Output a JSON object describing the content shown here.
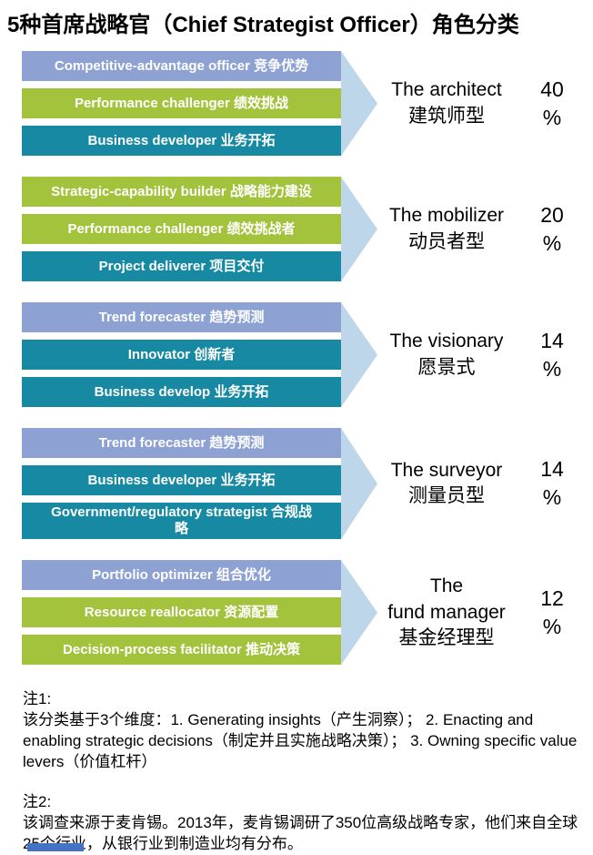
{
  "title": "5种首席战略官（Chief Strategist Officer）角色分类",
  "colors": {
    "periwinkle": "#8da1d3",
    "green": "#a4c33c",
    "teal": "#1789a3",
    "arrow": "#bdd6ea",
    "bar_text": "#ffffff",
    "bottom_accent": "#4472c4"
  },
  "groups": [
    {
      "bars": [
        {
          "label": "Competitive-advantage officer 竞争优势",
          "color": "periwinkle"
        },
        {
          "label": "Performance challenger 绩效挑战",
          "color": "green"
        },
        {
          "label": "Business developer 业务开拓",
          "color": "teal"
        }
      ],
      "role_en": "The architect",
      "role_zh": "建筑师型",
      "percent": "40",
      "percent_sign": "%"
    },
    {
      "bars": [
        {
          "label": "Strategic-capability builder 战略能力建设",
          "color": "green"
        },
        {
          "label": "Performance challenger 绩效挑战者",
          "color": "green"
        },
        {
          "label": "Project deliverer 项目交付",
          "color": "teal"
        }
      ],
      "role_en": "The mobilizer",
      "role_zh": "动员者型",
      "percent": "20",
      "percent_sign": "%"
    },
    {
      "bars": [
        {
          "label": "Trend forecaster 趋势预测",
          "color": "periwinkle"
        },
        {
          "label": "Innovator 创新者",
          "color": "teal"
        },
        {
          "label": "Business develop 业务开拓",
          "color": "teal"
        }
      ],
      "role_en": "The visionary",
      "role_zh": "愿景式",
      "percent": "14",
      "percent_sign": "%"
    },
    {
      "bars": [
        {
          "label": "Trend forecaster 趋势预测",
          "color": "periwinkle"
        },
        {
          "label": "Business developer 业务开拓",
          "color": "teal"
        },
        {
          "label": "Government/regulatory strategist 合规战略",
          "color": "teal"
        }
      ],
      "role_en": "The surveyor",
      "role_zh": "测量员型",
      "percent": "14",
      "percent_sign": "%"
    },
    {
      "bars": [
        {
          "label": "Portfolio optimizer 组合优化",
          "color": "periwinkle"
        },
        {
          "label": "Resource reallocator 资源配置",
          "color": "green"
        },
        {
          "label": "Decision-process facilitator 推动决策",
          "color": "green"
        }
      ],
      "role_en": "The\nfund manager",
      "role_zh": "基金经理型",
      "percent": "12",
      "percent_sign": "%"
    }
  ],
  "notes": [
    {
      "heading": "注1:",
      "body": "该分类基于3个维度：1. Generating insights（产生洞察）； 2. Enacting and enabling strategic decisions（制定并且实施战略决策）； 3. Owning specific value levers（价值杠杆）"
    },
    {
      "heading": "注2:",
      "body": "该调查来源于麦肯锡。2013年，麦肯锡调研了350位高级战略专家，他们来自全球25个行业，从银行业到制造业均有分布。"
    }
  ]
}
